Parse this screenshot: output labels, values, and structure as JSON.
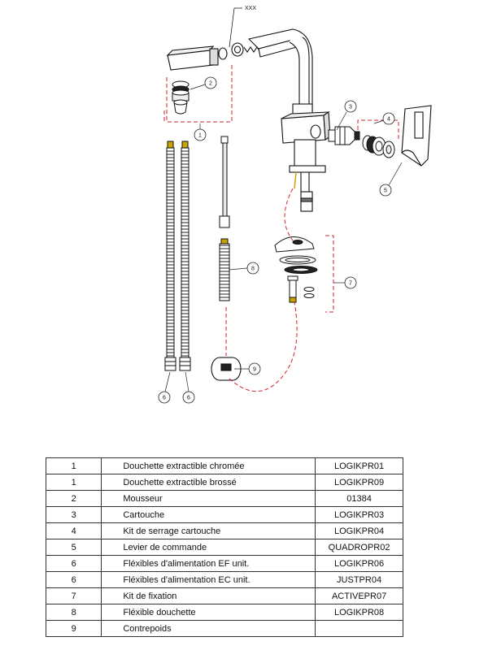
{
  "diagram": {
    "callout_top": "XXX",
    "callouts": [
      "1",
      "2",
      "3",
      "4",
      "5",
      "6",
      "6",
      "7",
      "8",
      "9"
    ]
  },
  "parts_table": {
    "rows": [
      {
        "num": "1",
        "desc": "Douchette extractible chromée",
        "ref": "LOGIKPR01"
      },
      {
        "num": "1",
        "desc": "Douchette extractible brossé",
        "ref": "LOGIKPR09"
      },
      {
        "num": "2",
        "desc": "Mousseur",
        "ref": "01384"
      },
      {
        "num": "3",
        "desc": "Cartouche",
        "ref": "LOGIKPR03"
      },
      {
        "num": "4",
        "desc": "Kit de serrage cartouche",
        "ref": "LOGIKPR04"
      },
      {
        "num": "5",
        "desc": "Levier de commande",
        "ref": "QUADROPR02"
      },
      {
        "num": "6",
        "desc": "Fléxibles d'alimentation EF unit.",
        "ref": "LOGIKPR06"
      },
      {
        "num": "6",
        "desc": "Fléxibles d'alimentation EC unit.",
        "ref": "JUSTPR04"
      },
      {
        "num": "7",
        "desc": "Kit de fixation",
        "ref": "ACTIVEPR07"
      },
      {
        "num": "8",
        "desc": "Fléxible douchette",
        "ref": "LOGIKPR08"
      },
      {
        "num": "9",
        "desc": "Contrepoids",
        "ref": ""
      }
    ]
  }
}
